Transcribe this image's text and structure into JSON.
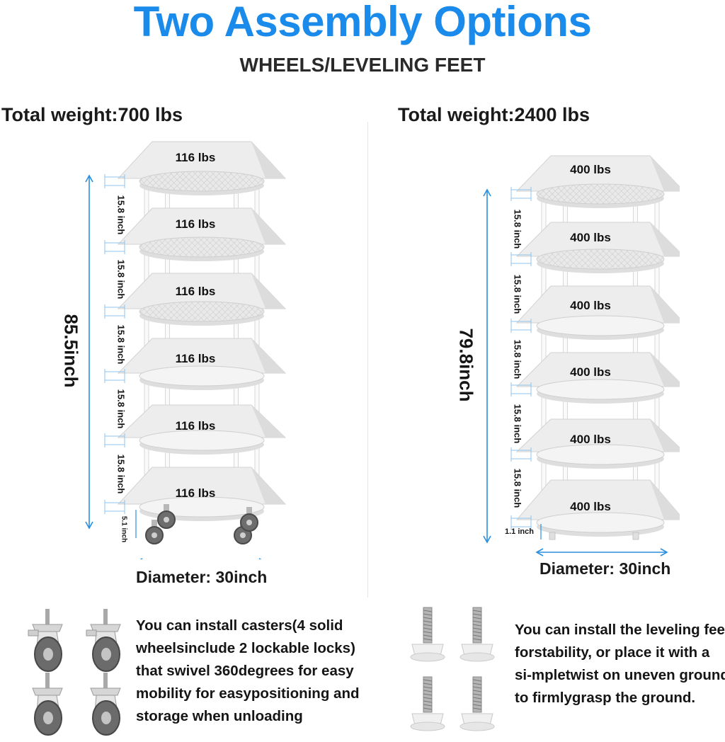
{
  "header": {
    "title": "Two Assembly Options",
    "subtitle": "WHEELS/LEVELING FEET"
  },
  "left": {
    "total_weight": "Total weight:700 lbs",
    "height": "85.5inch",
    "shelf_spacing": [
      "15.8 inch",
      "15.8 inch",
      "15.8 inch",
      "15.8 inch",
      "15.8 inch"
    ],
    "bottom_clearance": "5.1 inch",
    "loads": [
      "116 lbs",
      "116 lbs",
      "116 lbs",
      "116 lbs",
      "116 lbs",
      "116 lbs"
    ],
    "diameter": "Diameter: 30inch",
    "caster_text": [
      "You can install casters(4 solid",
      "wheelsinclude 2 lockable locks)",
      "that swivel 360degrees for easy",
      "mobility for easypositioning and",
      "storage when unloading"
    ]
  },
  "right": {
    "total_weight": "Total weight:2400 lbs",
    "height": "79.8inch",
    "shelf_spacing": [
      "15.8 inch",
      "15.8 inch",
      "15.8 inch",
      "15.8 inch",
      "15.8 inch"
    ],
    "bottom_clearance": "1.1 inch",
    "loads": [
      "400 lbs",
      "400 lbs",
      "400 lbs",
      "400 lbs",
      "400 lbs",
      "400 lbs"
    ],
    "diameter": "Diameter: 30inch",
    "feet_text": [
      "You can install the leveling feet",
      "forstability, or place it with a",
      "si-mpletwist on uneven ground",
      "to firmlygrasp the ground."
    ]
  },
  "colors": {
    "title_blue": "#1a8bea",
    "dimension_blue": "#2a8fe0",
    "shelf_white": "#f4f4f4",
    "text_dark": "#151515"
  }
}
